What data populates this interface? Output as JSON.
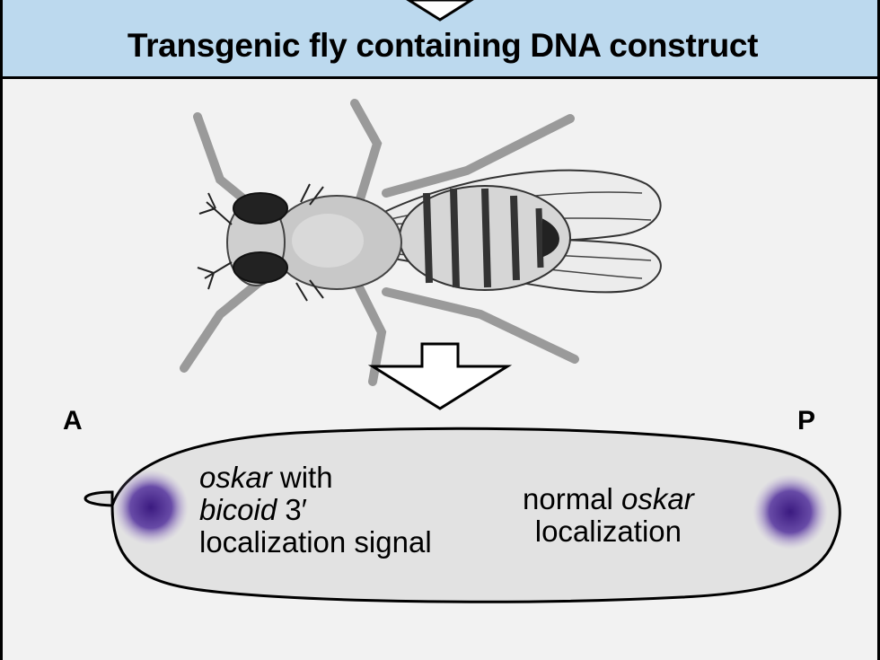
{
  "header": {
    "title": "Transgenic fly containing DNA construct"
  },
  "embryo": {
    "anterior_label": "A",
    "posterior_label": "P",
    "anterior_text": {
      "line1_italic": "oskar",
      "line1_rest": " with",
      "line2_italic": "bicoid",
      "line2_rest": " 3′",
      "line3": "localization signal"
    },
    "posterior_text": {
      "line1_plain": "normal ",
      "line1_italic": "oskar",
      "line2": "localization"
    }
  },
  "colors": {
    "header_bg": "#bcd9ee",
    "panel_bg": "#f2f2f2",
    "embryo_fill": "#e2e2e2",
    "stain": "#4a2a8c"
  }
}
